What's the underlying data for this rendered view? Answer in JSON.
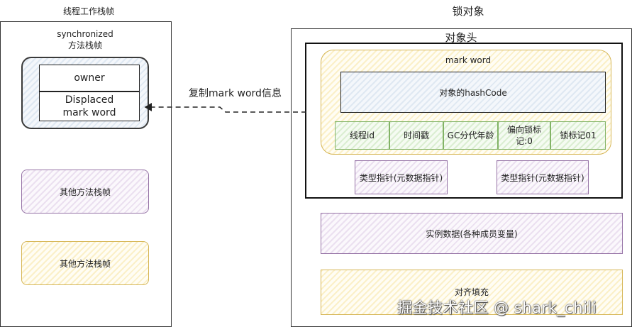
{
  "left": {
    "title": "线程工作栈帧",
    "sync_frame_label_line1": "synchronized",
    "sync_frame_label_line2": "方法栈帧",
    "lock_record": {
      "owner": "owner",
      "displaced_line1": "Displaced",
      "displaced_line2": "mark word"
    },
    "other_frames": [
      "其他方法栈帧",
      "其他方法栈帧"
    ]
  },
  "right": {
    "title": "锁对象",
    "header_title": "对象头",
    "mark_word": {
      "title": "mark word",
      "hashcode": "对象的hashCode",
      "cells": [
        "线程id",
        "时间戳",
        "GC分代年龄",
        "偏向锁标",
        "记:0",
        "锁标记01"
      ]
    },
    "type_pointers": [
      "类型指针(元数据指针)",
      "类型指针(元数据指针)"
    ],
    "instance_data": "实例数据(各种成员变量)",
    "padding": "对齐填充"
  },
  "arrow_label": "复制mark word信息",
  "watermark": "掘金技术社区 @ shark_chili",
  "colors": {
    "blue_fill": "#dae8fc",
    "purple_stroke": "#9673a6",
    "yellow_stroke": "#d6b656",
    "green_stroke": "#82b366"
  }
}
